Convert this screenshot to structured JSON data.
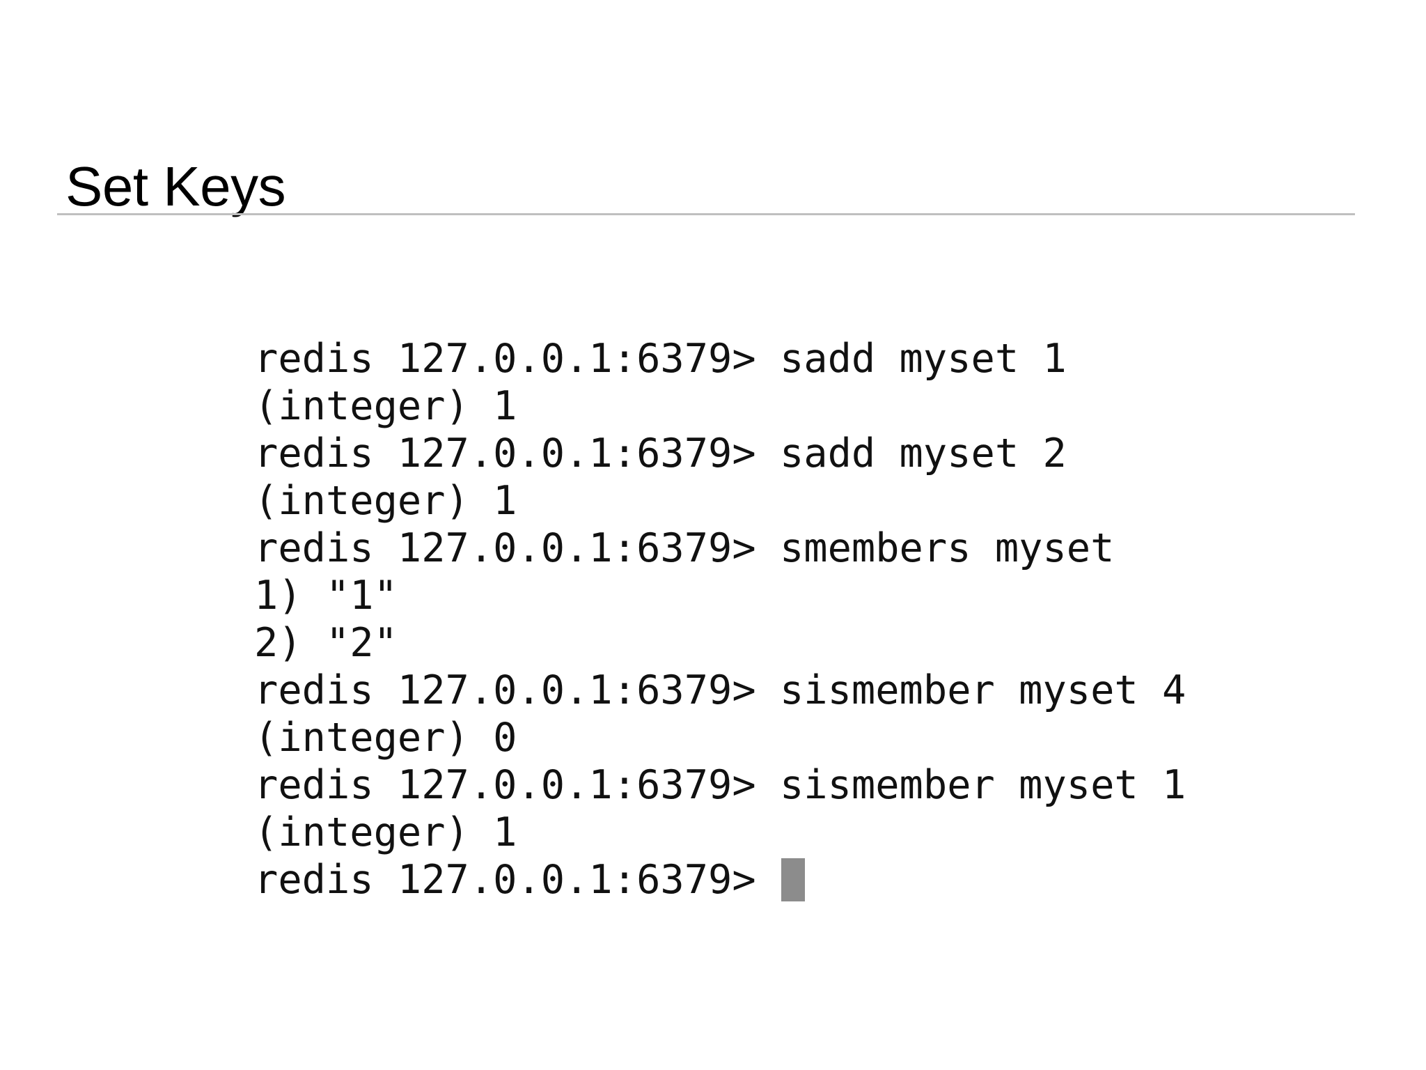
{
  "slide": {
    "title": "Set Keys",
    "background_color": "#ffffff",
    "divider_color": "#bfbfbf",
    "text_color": "#111111",
    "cursor_color": "#8c8c8c"
  },
  "terminal": {
    "prompt": "redis 127.0.0.1:6379>",
    "lines": [
      {
        "text": "redis 127.0.0.1:6379> sadd myset 1",
        "kind": "prompt"
      },
      {
        "text": "(integer) 1",
        "kind": "output"
      },
      {
        "text": "redis 127.0.0.1:6379> sadd myset 2",
        "kind": "prompt"
      },
      {
        "text": "(integer) 1",
        "kind": "output"
      },
      {
        "text": "redis 127.0.0.1:6379> smembers myset",
        "kind": "prompt"
      },
      {
        "text": "1) \"1\"",
        "kind": "output"
      },
      {
        "text": "2) \"2\"",
        "kind": "output"
      },
      {
        "text": "redis 127.0.0.1:6379> sismember myset 4",
        "kind": "prompt"
      },
      {
        "text": "(integer) 0",
        "kind": "output"
      },
      {
        "text": "redis 127.0.0.1:6379> sismember myset 1",
        "kind": "prompt"
      },
      {
        "text": "(integer) 1",
        "kind": "output"
      },
      {
        "text": "redis 127.0.0.1:6379> ",
        "kind": "prompt-active"
      }
    ]
  }
}
